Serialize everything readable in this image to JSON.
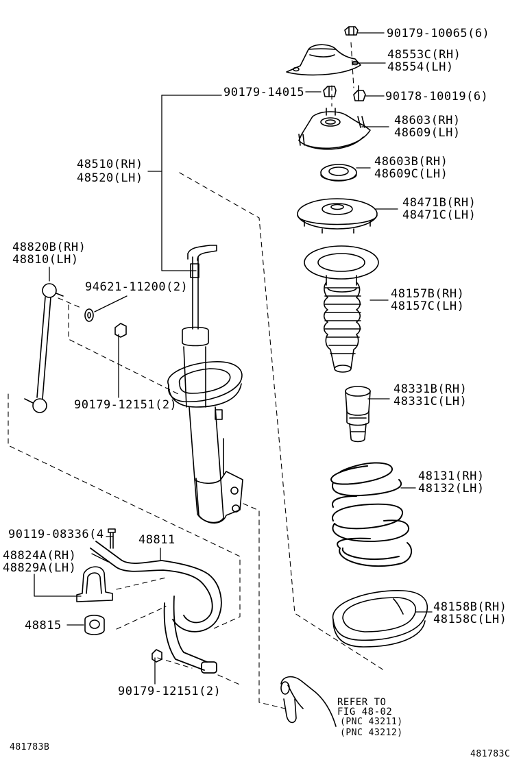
{
  "parts": {
    "nut_top": "90179-10065(6)",
    "support_rh": "48553C(RH)",
    "support_lh": "48554(LH)",
    "nut_14015": "90179-14015",
    "nut_10019": "90178-10019(6)",
    "mount_rh": "48603(RH)",
    "mount_lh": "48609(LH)",
    "bearing_rh": "48603B(RH)",
    "bearing_lh": "48609C(LH)",
    "seat_rh": "48471B(RH)",
    "seat_lh": "48471C(LH)",
    "shock_rh": "48510(RH)",
    "shock_lh": "48520(LH)",
    "link_rh": "48820B(RH)",
    "link_lh": "48810(LH)",
    "washer": "94621-11200(2)",
    "insulator_rh": "48157B(RH)",
    "insulator_lh": "48157C(LH)",
    "nut_12151_upper": "90179-12151(2)",
    "bumper_rh": "48331B(RH)",
    "bumper_lh": "48331C(LH)",
    "spring_rh": "48131(RH)",
    "spring_lh": "48132(LH)",
    "bolt": "90119-08336(4",
    "stab_bar": "48811",
    "bracket_rh": "48824A(RH)",
    "bracket_lh": "48829A(LH)",
    "bushing": "48815",
    "lower_insulator_rh": "48158B(RH)",
    "lower_insulator_lh": "48158C(LH)",
    "nut_12151_lower": "90179-12151(2)"
  },
  "refer": {
    "line1": "REFER TO",
    "line2": "FIG 48-02",
    "line3": "(PNC 43211)",
    "line4": "(PNC 43212)"
  },
  "codes": {
    "left": "481783B",
    "right": "481783C"
  }
}
